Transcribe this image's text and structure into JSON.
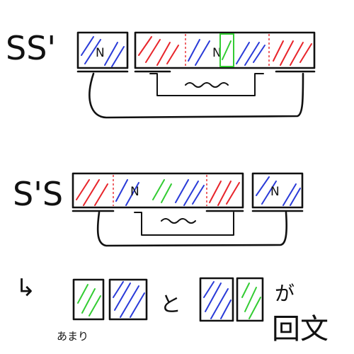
{
  "diagram": {
    "row1": {
      "label": "SS'",
      "left_box_label": "N",
      "right_box_label": "N"
    },
    "row2": {
      "label": "S'S",
      "left_box_label": "N",
      "right_box_label": "N"
    },
    "row3": {
      "arrow": "↳",
      "connector": "と",
      "note_below": "あまり",
      "caption_line1": "が",
      "caption_line2": "回文"
    },
    "colors": {
      "red": "#e8252b",
      "blue": "#2a3bd8",
      "green": "#33cc33",
      "ink": "#111111"
    }
  }
}
